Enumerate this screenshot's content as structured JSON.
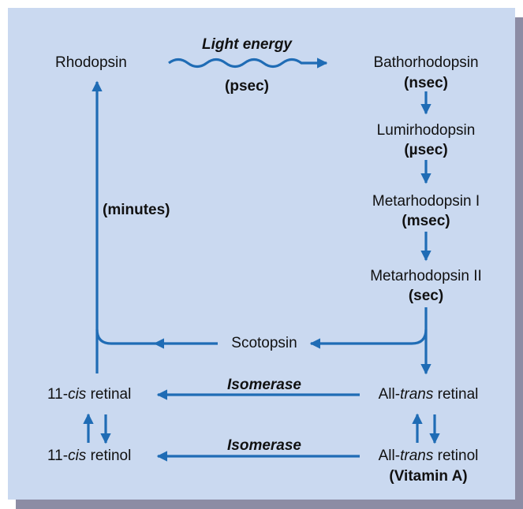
{
  "nodes": {
    "rhodopsin": "Rhodopsin",
    "bathorhodopsin": "Bathorhodopsin",
    "lumirhodopsin": "Lumirhodopsin",
    "metarhodopsin1": "Metarhodopsin I",
    "metarhodopsin2": "Metarhodopsin II",
    "scotopsin": "Scotopsin",
    "cis_retinal_pre": "11-",
    "cis_retinal_it": "cis",
    "cis_retinal_post": " retinal",
    "cis_retinol_pre": "11-",
    "cis_retinol_it": "cis",
    "cis_retinol_post": " retinol",
    "trans_retinal_pre": "All-",
    "trans_retinal_it": "trans",
    "trans_retinal_post": " retinal",
    "trans_retinol_pre": "All-",
    "trans_retinol_it": "trans",
    "trans_retinol_post": " retinol",
    "vitamin_a": "(Vitamin A)"
  },
  "labels": {
    "light_energy": "Light energy",
    "psec": "(psec)",
    "nsec": "(nsec)",
    "usec": "(µsec)",
    "msec": "(msec)",
    "sec": "(sec)",
    "minutes": "(minutes)",
    "isomerase_top": "Isomerase",
    "isomerase_bottom": "Isomerase"
  },
  "colors": {
    "arrow": "#1f6cb5",
    "panel": "#cad9f0",
    "shadow": "#8c8ca4",
    "text": "#111111"
  }
}
